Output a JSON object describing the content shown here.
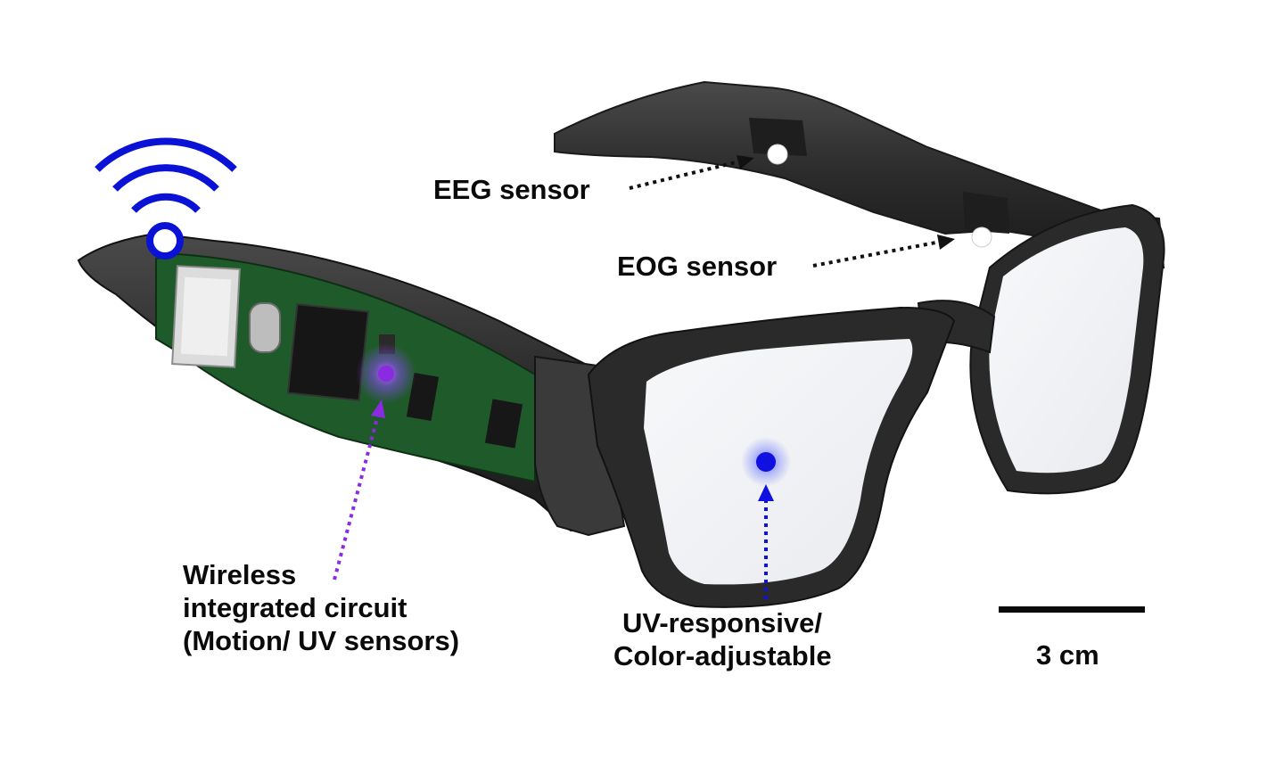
{
  "labels": {
    "eeg": "EEG sensor",
    "eog": "EOG sensor",
    "wireless": [
      "Wireless",
      "integrated circuit",
      "(Motion/ UV sensors)"
    ],
    "uv": [
      "UV-responsive/",
      "Color-adjustable"
    ],
    "scale": "3 cm"
  },
  "colors": {
    "wifi": "#0a12d6",
    "circuit_marker": "#8a2be2",
    "uv_marker": "#1010e0",
    "frame": "#2e2e2e",
    "pcb": "#1f5a2a",
    "text": "#0a0a0a"
  },
  "icons": [
    "wifi-icon"
  ]
}
